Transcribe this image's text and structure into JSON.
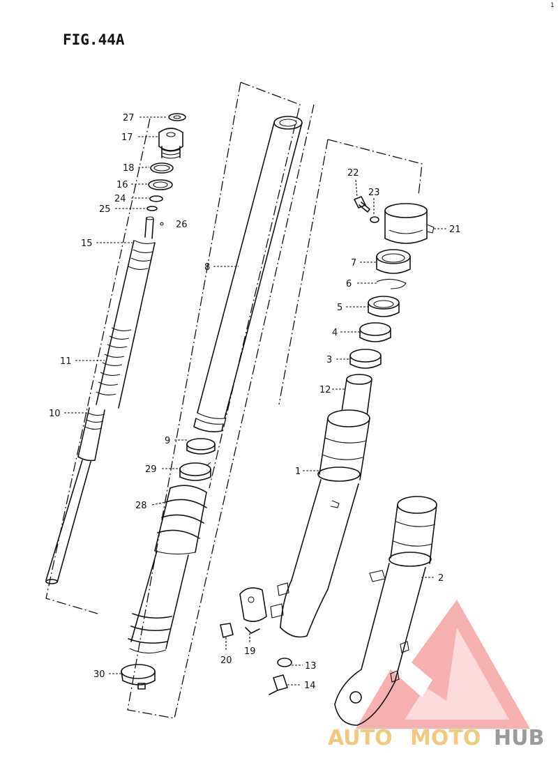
{
  "figure": {
    "title": "FIG.44A",
    "corner_mark": "1"
  },
  "parts": [
    {
      "label": "27"
    },
    {
      "label": "17"
    },
    {
      "label": "18"
    },
    {
      "label": "16"
    },
    {
      "label": "24"
    },
    {
      "label": "25"
    },
    {
      "label": "26"
    },
    {
      "label": "15"
    },
    {
      "label": "11"
    },
    {
      "label": "10"
    },
    {
      "label": "8"
    },
    {
      "label": "9"
    },
    {
      "label": "29"
    },
    {
      "label": "28"
    },
    {
      "label": "30"
    },
    {
      "label": "22"
    },
    {
      "label": "23"
    },
    {
      "label": "21"
    },
    {
      "label": "7"
    },
    {
      "label": "6"
    },
    {
      "label": "5"
    },
    {
      "label": "4"
    },
    {
      "label": "3"
    },
    {
      "label": "12"
    },
    {
      "label": "1"
    },
    {
      "label": "2"
    },
    {
      "label": "20"
    },
    {
      "label": "19"
    },
    {
      "label": "13"
    },
    {
      "label": "14"
    }
  ],
  "watermark": {
    "part1": "AUTO",
    "part2": "MOTO",
    "part3": "HUB",
    "triangle_color": "#f08a8a",
    "auto_color": "#f2c97e",
    "hub_color": "#9a9a9a"
  }
}
